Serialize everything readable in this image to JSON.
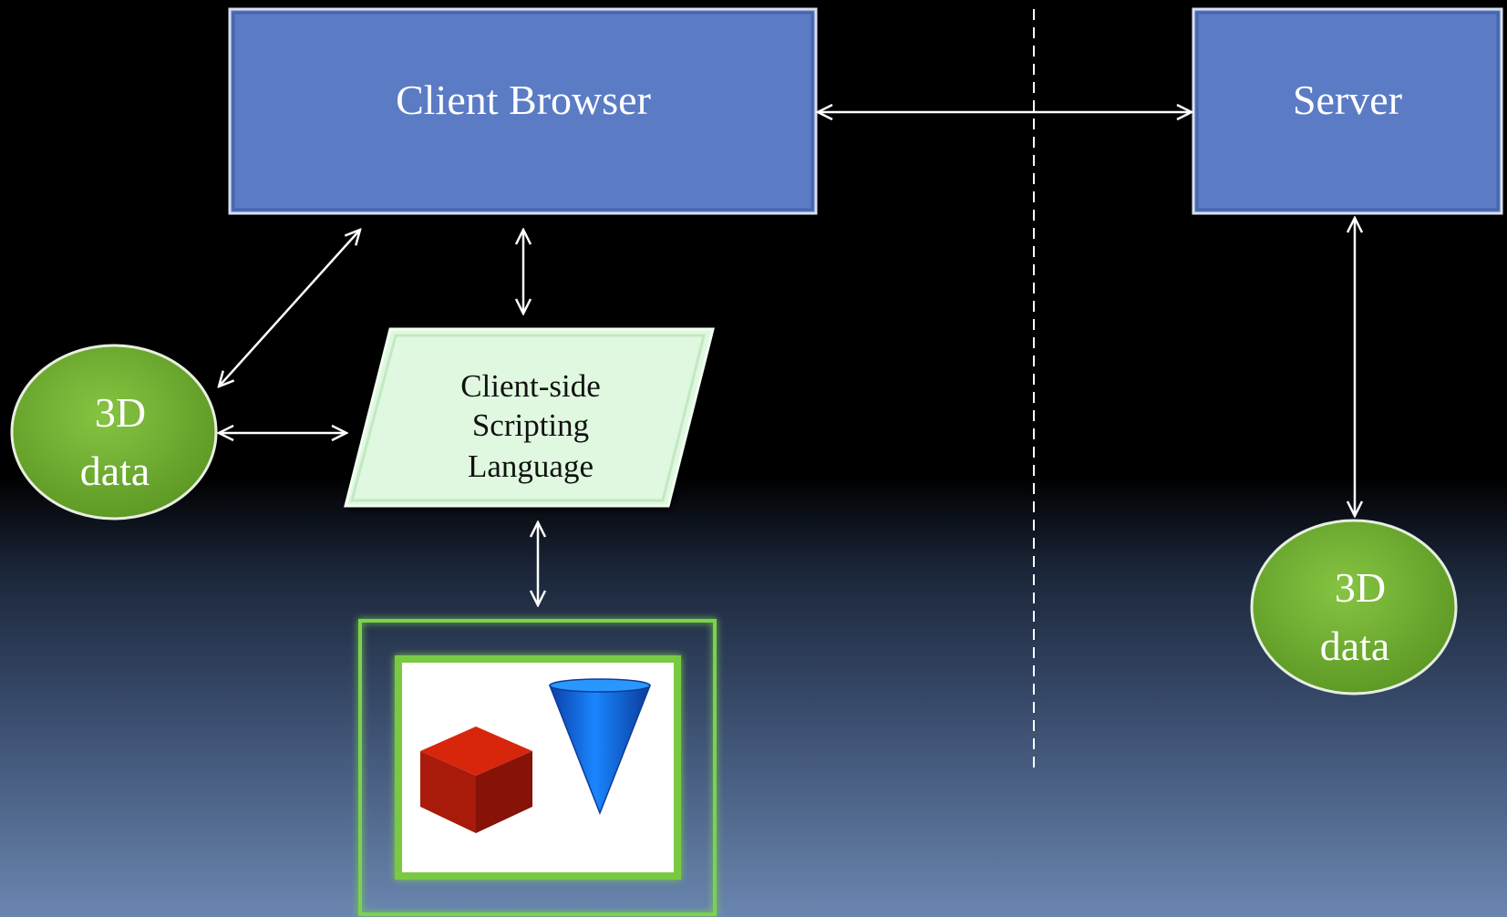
{
  "nodes": {
    "client_browser": {
      "label": "Client Browser"
    },
    "server": {
      "label": "Server"
    },
    "scripting": {
      "lines": [
        "Client-side",
        "Scripting",
        "Language"
      ]
    },
    "data_left": {
      "lines": [
        "3D",
        "data"
      ]
    },
    "data_right": {
      "lines": [
        "3D",
        "data"
      ]
    }
  },
  "colors": {
    "box_fill": "#5b7bc5",
    "ellipse_fill": "#76b33a",
    "parallelogram_fill": "#dff8df",
    "arrow": "#ffffff",
    "cube": "#c01808",
    "cone": "#1a6fe0"
  },
  "icons": [
    "red-cube-icon",
    "blue-cone-icon"
  ]
}
